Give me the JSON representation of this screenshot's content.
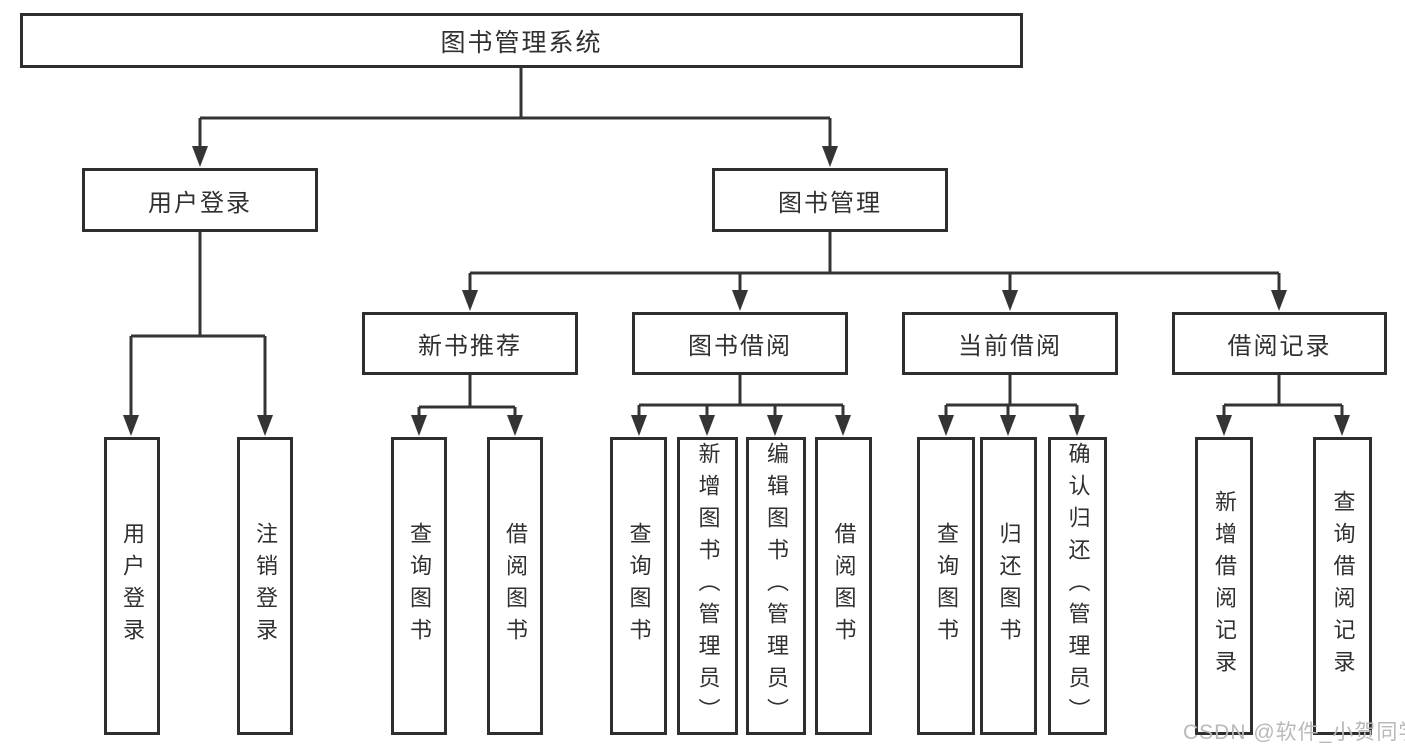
{
  "diagram": {
    "title": "图书管理系统",
    "watermark": "CSDN @软件_小贺同学",
    "colors": {
      "line": "#343434",
      "box_border": "#2e2e2e",
      "text": "#303030",
      "background": "#ffffff",
      "watermark": "#b9b9b9"
    },
    "nodes": {
      "root": {
        "label": "图书管理系统"
      },
      "user_login": {
        "label": "用户登录"
      },
      "book_mgmt": {
        "label": "图书管理"
      },
      "new_book_rec": {
        "label": "新书推荐"
      },
      "book_borrow": {
        "label": "图书借阅"
      },
      "current_borrow": {
        "label": "当前借阅"
      },
      "borrow_records": {
        "label": "借阅记录"
      },
      "leaf_user_login": {
        "label": "用户登录"
      },
      "leaf_logout": {
        "label": "注销登录"
      },
      "leaf_rec_query_books": {
        "label": "查询图书"
      },
      "leaf_rec_borrow_books": {
        "label": "借阅图书"
      },
      "leaf_borrow_query_books": {
        "label": "查询图书"
      },
      "leaf_borrow_add_books": {
        "label": "新增图书（管理员）"
      },
      "leaf_borrow_edit_books": {
        "label": "编辑图书（管理员）"
      },
      "leaf_borrow_borrow_books": {
        "label": "借阅图书"
      },
      "leaf_current_query_books": {
        "label": "查询图书"
      },
      "leaf_current_return_books": {
        "label": "归还图书"
      },
      "leaf_current_confirm_return": {
        "label": "确认归还（管理员）"
      },
      "leaf_records_add_record": {
        "label": "新增借阅记录"
      },
      "leaf_records_query_record": {
        "label": "查询借阅记录"
      }
    }
  }
}
